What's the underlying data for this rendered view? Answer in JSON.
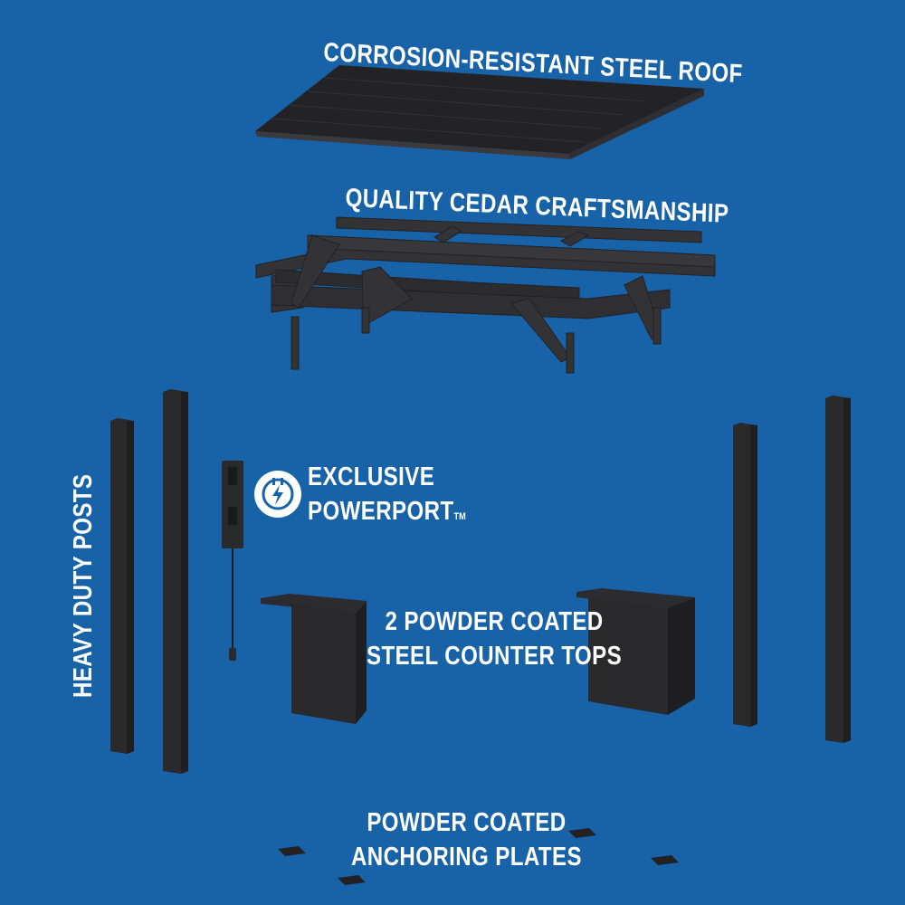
{
  "labels": {
    "roof": "CORROSION-RESISTANT STEEL ROOF",
    "cedar": "QUALITY CEDAR CRAFTSMANSHIP",
    "powerport_line1": "EXCLUSIVE",
    "powerport_line2": "POWERPORT",
    "powerport_tm": "TM",
    "counter_line1": "2 POWDER COATED",
    "counter_line2": "STEEL COUNTER TOPS",
    "plates_line1": "POWDER COATED",
    "plates_line2": "ANCHORING PLATES",
    "posts": "HEAVY DUTY POSTS"
  },
  "icons": {
    "powerport": "power-plug-icon"
  },
  "colors": {
    "background": "#1862a8",
    "parts": "#2a2a2d",
    "text": "#ffffff"
  }
}
